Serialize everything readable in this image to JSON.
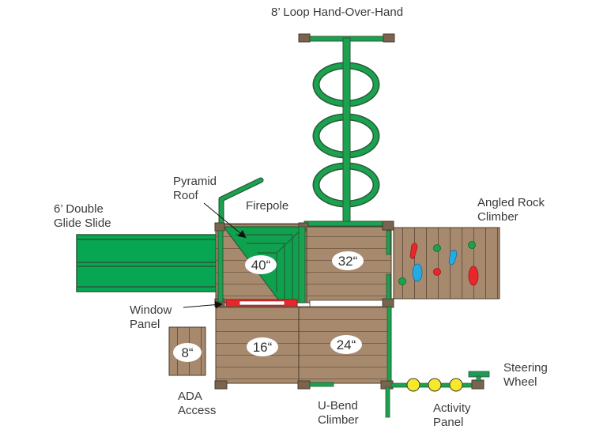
{
  "title": "Playground Layout",
  "colors": {
    "wood": "#a78a6e",
    "wood_line": "#4a3a2a",
    "post": "#7a6450",
    "green": "#1aa24e",
    "green_dark": "#2a5a3a",
    "red": "#e8262c",
    "blue": "#27a9e1",
    "yellow": "#f5e92a",
    "label_text": "#3a3a3a"
  },
  "labels": {
    "loop": "8’ Loop Hand-Over-Hand",
    "pyramid_roof": "Pyramid\nRoof",
    "firepole": "Firepole",
    "slide": "6’ Double\nGlide Slide",
    "rock_climber": "Angled Rock\nClimber",
    "window_panel": "Window\nPanel",
    "ada_access": "ADA\nAccess",
    "u_bend": "U-Bend\nClimber",
    "activity_panel": "Activity\nPanel",
    "steering_wheel": "Steering\nWheel"
  },
  "deck_heights": {
    "tower_main": "40“",
    "tower_right": "32“",
    "lower_left": "16“",
    "lower_right": "24“",
    "ada": "8“"
  }
}
